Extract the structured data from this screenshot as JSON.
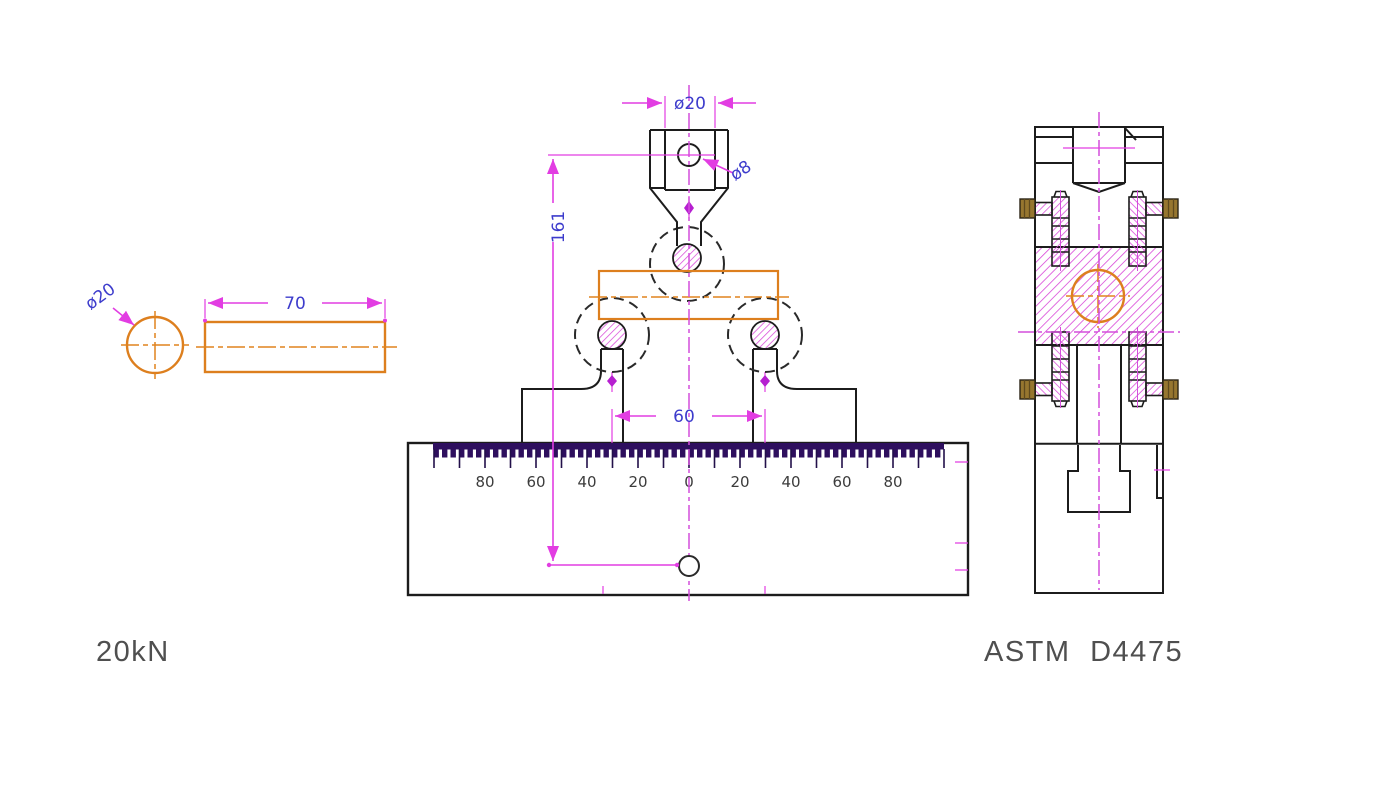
{
  "meta": {
    "standard": "ASTM D4475",
    "load_rating": "20kN"
  },
  "specimen_view": {
    "diameter_label": "ø20",
    "length_label": "70"
  },
  "front_view": {
    "clevis_width_label": "ø20",
    "clevis_hole_label": "ø8",
    "height_label": "161",
    "span_label": "60",
    "ruler": {
      "labels": [
        "80",
        "60",
        "40",
        "20",
        "0",
        "20",
        "40",
        "60",
        "80"
      ]
    }
  },
  "colors": {
    "line_black": "#1c1c1c",
    "dimension_line_magenta": "#e23de2",
    "dimension_text_blue": "#3d3ccc",
    "centerline_magenta": "#d44fdc",
    "specimen_orange": "#e0831f",
    "hatch_magenta": "#d948d9",
    "ruler_tick_purple": "#2e0f5e",
    "bolt_head_olive": "#96762f",
    "label_gray": "#4f4f4f"
  }
}
